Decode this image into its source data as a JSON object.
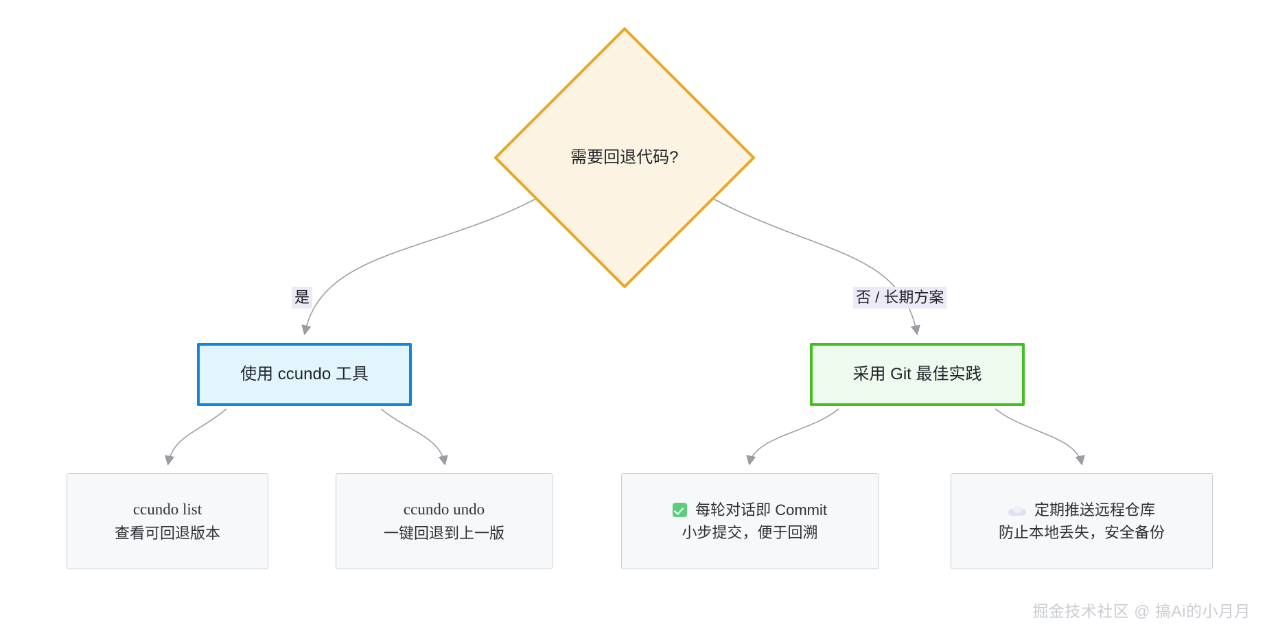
{
  "diagram": {
    "type": "flowchart",
    "orientation": "top-down",
    "decision": {
      "id": "need-rollback",
      "label": "需要回退代码?",
      "shape": "diamond",
      "border_color": "#e9a722",
      "fill_color": "#fdf3e3"
    },
    "edge_labels": {
      "yes": "是",
      "no": "否 / 长期方案",
      "background_color": "#edeaf7"
    },
    "branches": [
      {
        "id": "use-ccundo",
        "label": "使用 ccundo 工具",
        "shape": "rect",
        "border_color": "#1184e0",
        "fill_color": "#e2f5fd",
        "children": [
          {
            "id": "ccundo-list",
            "icon": "",
            "icon_name": "none",
            "line1": "ccundo list",
            "line2": "查看可回退版本"
          },
          {
            "id": "ccundo-undo",
            "icon": "",
            "icon_name": "none",
            "line1": "ccundo undo",
            "line2": "一键回退到上一版"
          }
        ]
      },
      {
        "id": "git-best-practice",
        "label": "采用 Git 最佳实践",
        "shape": "rect",
        "border_color": "#3fc11f",
        "fill_color": "#effaef",
        "children": [
          {
            "id": "commit-each-turn",
            "icon": "✅",
            "icon_name": "check-mark-button-icon",
            "line1": "每轮对话即 Commit",
            "line2": "小步提交，便于回溯"
          },
          {
            "id": "push-remote",
            "icon": "☁️",
            "icon_name": "cloud-icon",
            "line1": "定期推送远程仓库",
            "line2": "防止本地丢失，安全备份"
          }
        ]
      }
    ],
    "leaf_style": {
      "border_color": "#c9ced4",
      "fill_color": "#f7f8f9"
    },
    "connector_color": "#9b9fa4"
  },
  "watermark": {
    "text": "掘金技术社区 @ 搞Ai的小月月",
    "color": "#c9cdd2"
  }
}
